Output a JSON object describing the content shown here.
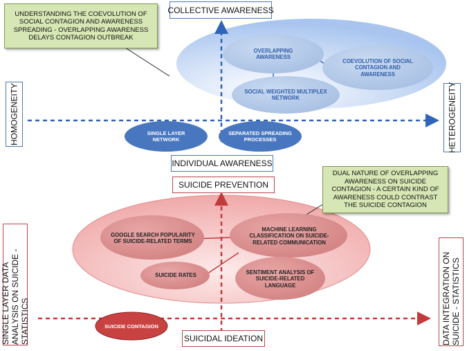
{
  "top_axis": {
    "up_label": "COLLECTIVE AWARENESS",
    "down_label": "INDIVIDUAL AWARENESS",
    "left_label": "HOMOGENEITY",
    "right_label": "HETEROGENEITY"
  },
  "top_note": "UNDERSTANDING THE COEVOLUTION OF SOCIAL CONTAGION AND AWARENESS SPREADING - OVERLAPPING AWARENESS DELAYS CONTAGION OUTBREAK",
  "top_nodes": {
    "overlapping": "OVERLAPPING AWARENESS",
    "coevolution": "COEVOLUTION OF SOCIAL CONTAGION AND AWARENESS",
    "multiplex": "SOCIAL WEIGHTED MULTIPLEX NETWORK",
    "single_layer": "SINGLE LAYER NETWORK",
    "separated": "SEPARATED SPREADING PROCESSES"
  },
  "bottom_axis": {
    "up_label": "SUICIDE PREVENTION",
    "down_label": "SUICIDAL IDEATION",
    "left_label": "SINGLE LAYER DATA ANALYSIS ON SUICIDE - STATISTICS",
    "right_label": "DATA INTEGRATION ON SUICIDE - STATISTICS"
  },
  "bottom_note": "DUAL NATURE OF OVERLAPPING AWARENESS ON SUICIDE CONTAGION - A CERTAIN KIND OF AWARENESS COULD CONTRAST THE SUICIDE CONTAGION",
  "bottom_nodes": {
    "google": "GOOGLE SEARCH POPULARITY OF SUICIDE-RELATED TERMS",
    "ml": "MACHINE LEARNING CLASSIFICATION ON SUICIDE-RELATED COMMUNICATION",
    "rates": "SUICIDE RATES",
    "sentiment": "SENTIMENT ANALYSIS OF SUICIDE-RELATED LANGUAGE",
    "contagion": "SUICIDE CONTAGION"
  },
  "colors": {
    "blue_axis": "#2f64b8",
    "red_axis": "#c23a3a",
    "note_fill": "#d6e6b4"
  }
}
